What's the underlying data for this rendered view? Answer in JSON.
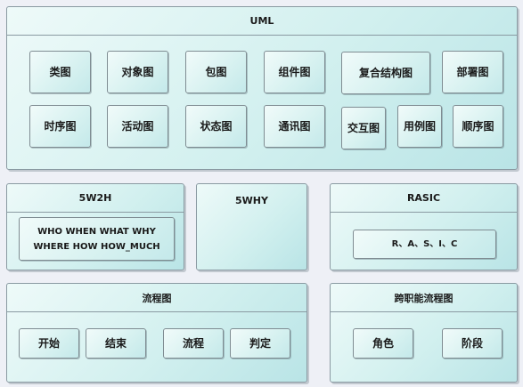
{
  "uml": {
    "title": "UML",
    "row1": [
      "类图",
      "对象图",
      "包图",
      "组件图",
      "复合结构图",
      "部署图"
    ],
    "row2": [
      "时序图",
      "活动图",
      "状态图",
      "通讯图",
      "交互图",
      "用例图",
      "顺序图"
    ]
  },
  "fivew2h": {
    "title": "5W2H",
    "content": "WHO WHEN WHAT WHY\nWHERE HOW HOW_MUCH"
  },
  "fivewhy": {
    "title": "5WHY"
  },
  "rasic": {
    "title": "RASIC",
    "content": "R、A、S、I、C"
  },
  "flowchart": {
    "title": "流程图",
    "items": [
      "开始",
      "结束",
      "流程",
      "判定"
    ]
  },
  "swimlane": {
    "title": "跨职能流程图",
    "items": [
      "角色",
      "阶段"
    ]
  }
}
